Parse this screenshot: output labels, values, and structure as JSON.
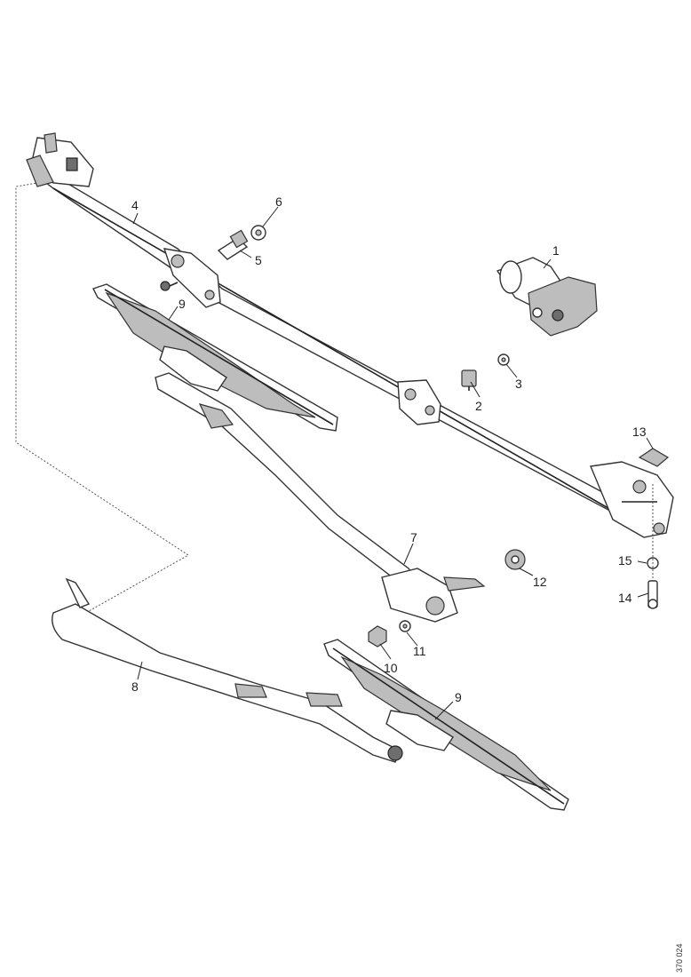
{
  "callouts": {
    "c1": "1",
    "c2": "2",
    "c3": "3",
    "c4": "4",
    "c5": "5",
    "c6": "6",
    "c7": "7",
    "c8": "8",
    "c9a": "9",
    "c9b": "9",
    "c10": "10",
    "c11": "11",
    "c12": "12",
    "c13": "13",
    "c14": "14",
    "c15": "15"
  },
  "figure_code": "370 024"
}
